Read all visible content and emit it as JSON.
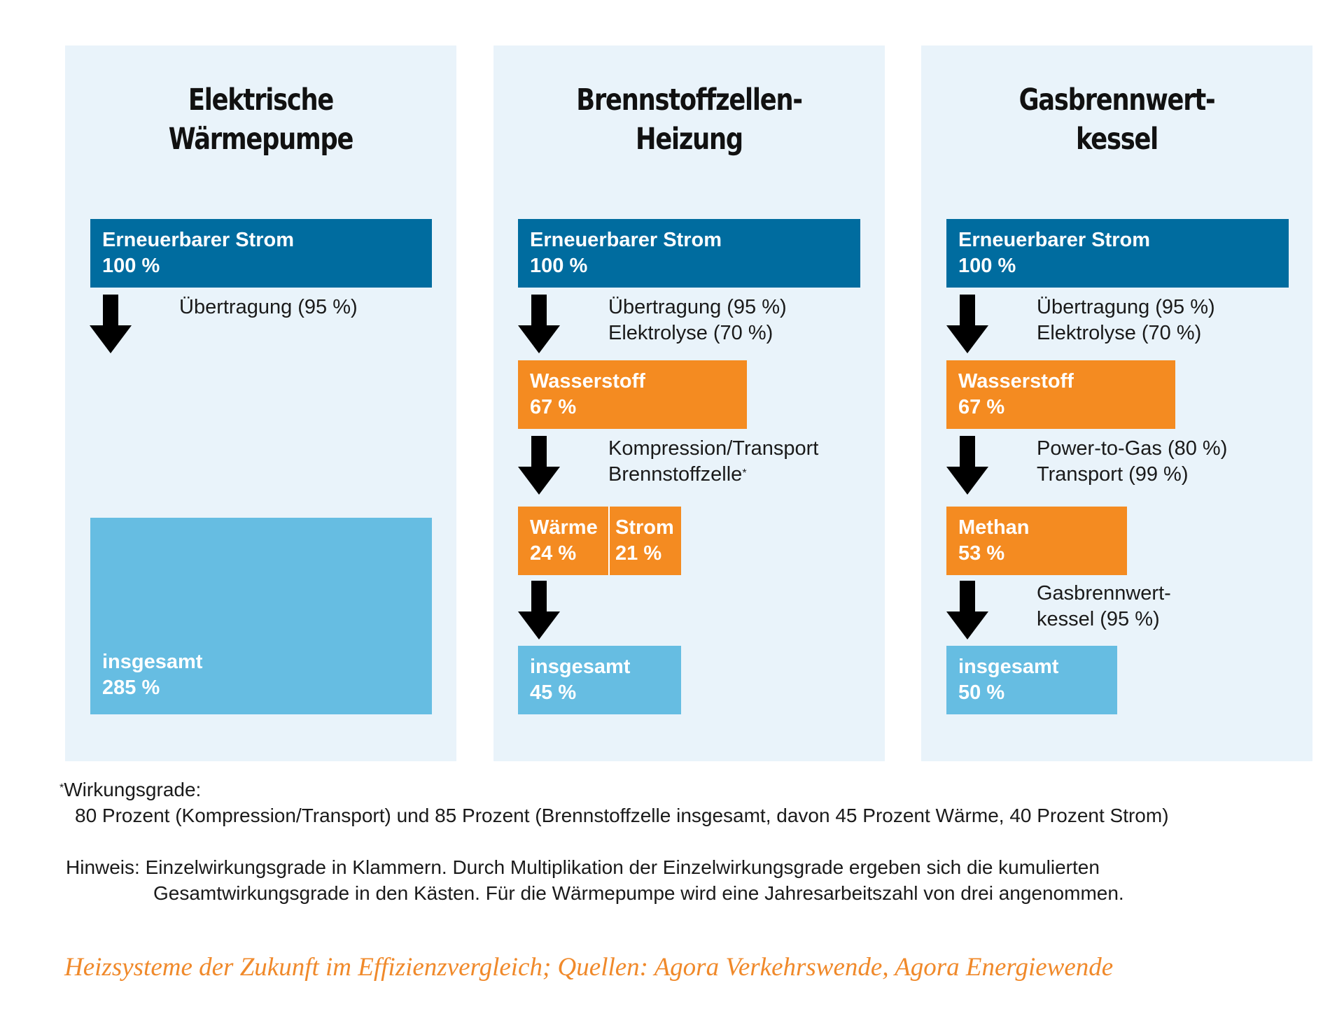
{
  "panels": [
    {
      "title_line1": "Elektrische",
      "title_line2": "Wärmepumpe",
      "source_label": "Erneuerbarer Strom",
      "source_value": "100 %",
      "step1_line1": "Übertragung (95 %)",
      "total_label": "insgesamt",
      "total_value": "285 %"
    },
    {
      "title_line1": "Brennstoffzellen-",
      "title_line2": "Heizung",
      "source_label": "Erneuerbarer Strom",
      "source_value": "100 %",
      "step1_line1": "Übertragung (95 %)",
      "step1_line2": "Elektrolyse (70 %)",
      "mid_label": "Wasserstoff",
      "mid_value": "67 %",
      "step2_line1": "Kompression/Transport",
      "step2_line2": "Brennstoffzelle",
      "step2_mark": "*",
      "heat_label": "Wärme",
      "heat_value": "24 %",
      "power_label": "Strom",
      "power_value": "21 %",
      "total_label": "insgesamt",
      "total_value": "45 %"
    },
    {
      "title_line1": "Gasbrennwert-",
      "title_line2": "kessel",
      "source_label": "Erneuerbarer Strom",
      "source_value": "100 %",
      "step1_line1": "Übertragung (95 %)",
      "step1_line2": "Elektrolyse (70 %)",
      "mid_label": "Wasserstoff",
      "mid_value": "67 %",
      "step2_line1": "Power-to-Gas (80 %)",
      "step2_line2": "Transport (99 %)",
      "methane_label": "Methan",
      "methane_value": "53 %",
      "step3_line1": "Gasbrennwert-",
      "step3_line2": "kessel (95 %)",
      "total_label": "insgesamt",
      "total_value": "50 %"
    }
  ],
  "footnote": {
    "mark": "*",
    "heading": "Wirkungsgrade:",
    "text": "80 Prozent (Kompression/Transport) und 85 Prozent (Brennstoffzelle insgesamt, davon 45 Prozent Wärme, 40 Prozent Strom)"
  },
  "hint": {
    "label": "Hinweis:",
    "line1": "Einzelwirkungsgrade in Klammern. Durch Multiplikation der Einzelwirkungsgrade ergeben sich die kumulierten",
    "line2": "Gesamtwirkungsgrade in den Kästen. Für die Wärmepumpe wird eine Jahresarbeitszahl von drei angenommen."
  },
  "caption": "Heizsysteme der Zukunft im Effizienzvergleich; Quellen: Agora Verkehrswende, Agora Energiewende",
  "colors": {
    "panel_bg": "#e9f3fa",
    "source_blue": "#006c9f",
    "intermediate_orange": "#f48b21",
    "total_lightblue": "#66bde2",
    "caption_orange": "#f0892a"
  }
}
